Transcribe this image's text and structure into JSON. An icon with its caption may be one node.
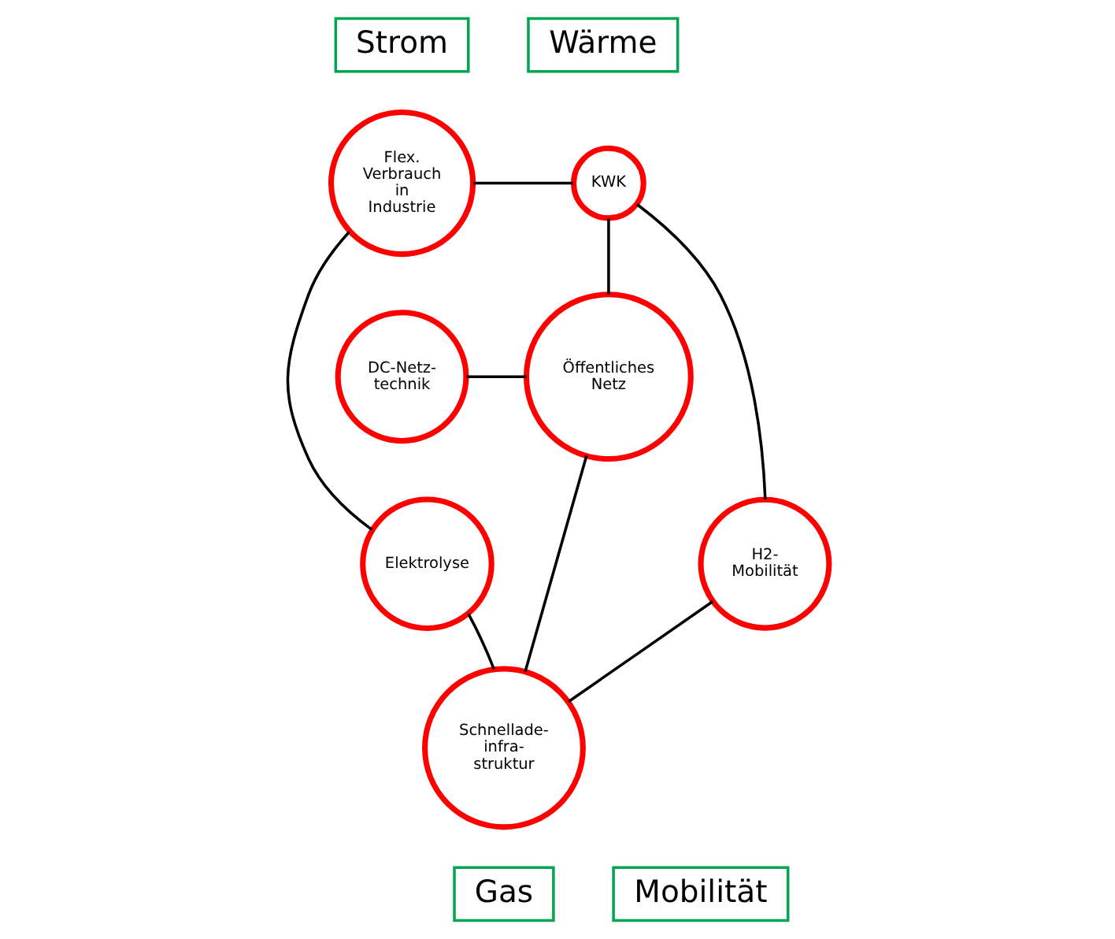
{
  "diagram": {
    "nodes": [
      {
        "text": [
          "Strom"
        ]
      },
      {
        "text": [
          "Wärme"
        ]
      },
      {
        "text": [
          "Flex. Verbrauch in Industrie"
        ]
      },
      {
        "text": [
          "KWK"
        ]
      },
      {
        "text": [
          "DC-Netz- technik"
        ]
      },
      {
        "text": [
          "Öffentliches Netz"
        ]
      },
      {
        "text": [
          "Elektrolyse"
        ]
      },
      {
        "text": [
          "H2- Mobilität"
        ]
      },
      {
        "text": [
          "Schnellade- infra- struktur"
        ]
      },
      {
        "text": [
          "Gas"
        ]
      },
      {
        "text": [
          "Mobilität"
        ]
      }
    ],
    "edges": [
      {
        "from": 2,
        "to": 3,
        "arrow": "none"
      },
      {
        "from": 2,
        "to": 6,
        "arrow": "none"
      },
      {
        "from": 4,
        "to": 5,
        "arrow": "none"
      },
      {
        "from": 3,
        "to": 5,
        "arrow": "none"
      },
      {
        "from": 3,
        "to": 7,
        "arrow": "none"
      },
      {
        "from": 5,
        "to": 8,
        "arrow": "none"
      },
      {
        "from": 6,
        "to": 8,
        "arrow": "none"
      },
      {
        "from": 7,
        "to": 8,
        "arrow": "none"
      }
    ]
  }
}
